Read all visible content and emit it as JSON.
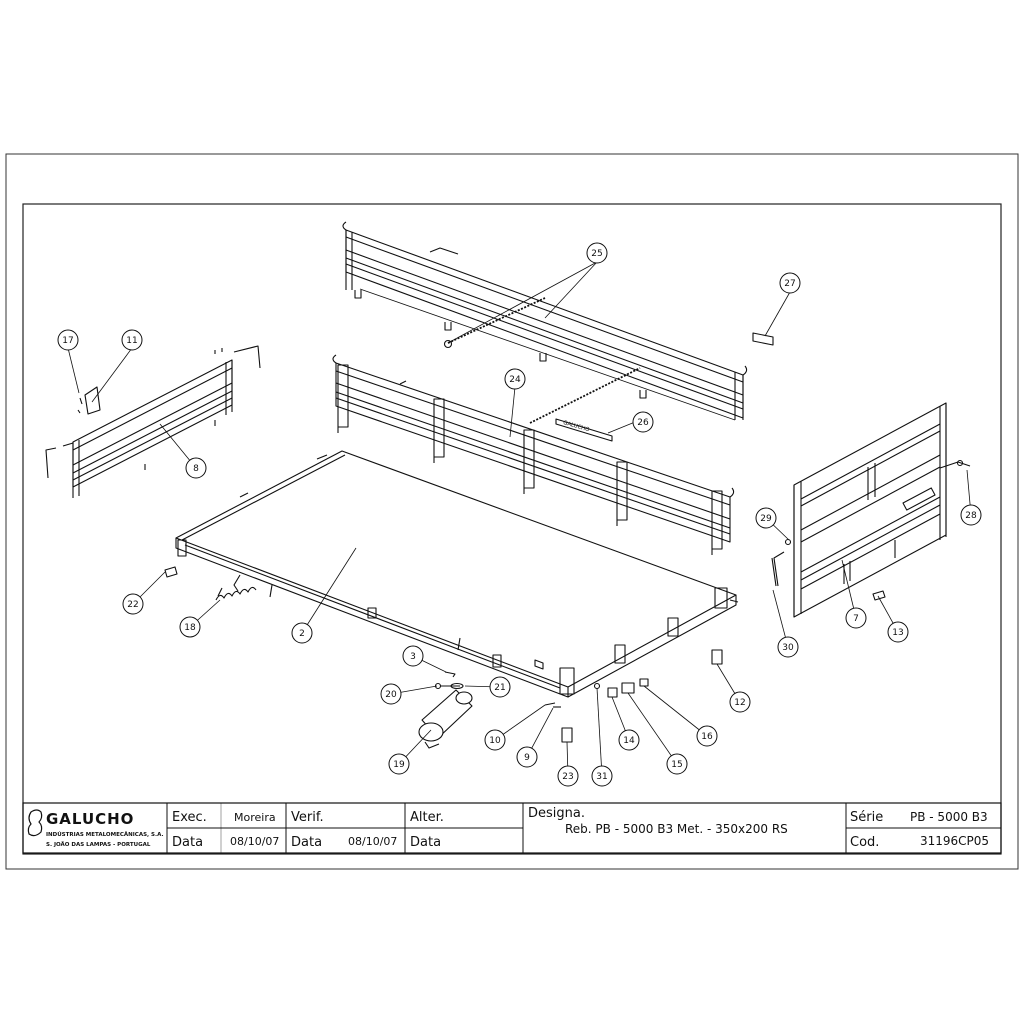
{
  "brand": {
    "logo_text": "GALUCHO",
    "company": "INDÚSTRIAS METALOMECÂNICAS, S.A.",
    "location": "S. JOÃO DAS LAMPAS - PORTUGAL"
  },
  "embossed_plate_text": "GALUCHO",
  "callouts": [
    "2",
    "3",
    "7",
    "8",
    "9",
    "10",
    "11",
    "12",
    "13",
    "14",
    "15",
    "16",
    "17",
    "18",
    "19",
    "20",
    "21",
    "22",
    "23",
    "24",
    "25",
    "26",
    "27",
    "28",
    "29",
    "30",
    "31"
  ],
  "title_block": {
    "exec_label": "Exec.",
    "exec_value": "Moreira",
    "verif_label": "Verif.",
    "alter_label": "Alter.",
    "designa_label": "Designa.",
    "designa_value": "Reb. PB - 5000 B3 Met. - 350x200 RS",
    "serie_label": "Série",
    "serie_value": "PB - 5000 B3",
    "data_label": "Data",
    "data_exec": "08/10/07",
    "data_verif": "08/10/07",
    "cod_label": "Cod.",
    "cod_value": "31196CP05"
  }
}
